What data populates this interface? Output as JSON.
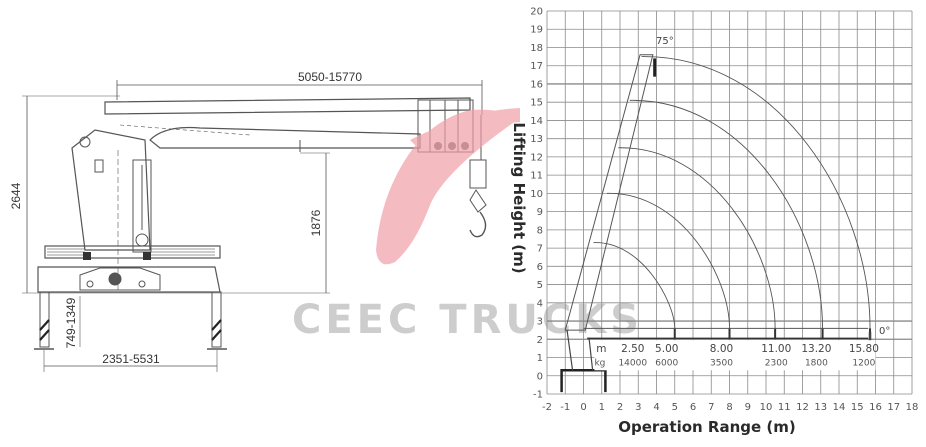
{
  "drawing": {
    "dimensions": {
      "boom_length": "5050-15770",
      "total_height": "2644",
      "boom_height": "1876",
      "outrigger_height": "749-1349",
      "outrigger_span": "2351-5531"
    }
  },
  "watermark": {
    "text": "CEEC TRUCKS",
    "logo_color": "#f0a0a8"
  },
  "chart_data": {
    "type": "line",
    "title": "",
    "xlabel": "Operation Range (m)",
    "ylabel": "Lifting Height (m)",
    "xlim": [
      -2,
      18
    ],
    "ylim": [
      -1,
      20
    ],
    "grid": true,
    "x_ticks": [
      "-2",
      "-1",
      "0",
      "1",
      "2",
      "3",
      "4",
      "5",
      "6",
      "7",
      "8",
      "9",
      "10",
      "11",
      "12",
      "13",
      "14",
      "15",
      "16",
      "17",
      "18"
    ],
    "y_ticks": [
      "-1",
      "0",
      "1",
      "2",
      "3",
      "4",
      "5",
      "6",
      "7",
      "8",
      "9",
      "10",
      "11",
      "12",
      "13",
      "14",
      "15",
      "16",
      "17",
      "18",
      "19",
      "20"
    ],
    "annotations": {
      "max_angle": "75°",
      "min_angle": "0°"
    },
    "load_table": {
      "range_unit": "m",
      "load_unit": "kg",
      "ranges": [
        "2.50",
        "5.00",
        "8.00",
        "11.00",
        "13.20",
        "15.80"
      ],
      "loads": [
        "14000",
        "6000",
        "3500",
        "2300",
        "1800",
        "1200"
      ]
    },
    "working_arcs": [
      {
        "boom_section": 1,
        "top_height_m": 7.3,
        "max_range_m": 5.0,
        "load_kg": 6000
      },
      {
        "boom_section": 2,
        "top_height_m": 10.0,
        "max_range_m": 8.0,
        "load_kg": 3500
      },
      {
        "boom_section": 3,
        "top_height_m": 12.5,
        "max_range_m": 10.5,
        "load_kg": 2300
      },
      {
        "boom_section": 4,
        "top_height_m": 15.1,
        "max_range_m": 13.1,
        "load_kg": 1800
      },
      {
        "boom_section": 5,
        "top_height_m": 17.5,
        "max_range_m": 15.7,
        "load_kg": 1200
      }
    ],
    "legend": "none"
  }
}
